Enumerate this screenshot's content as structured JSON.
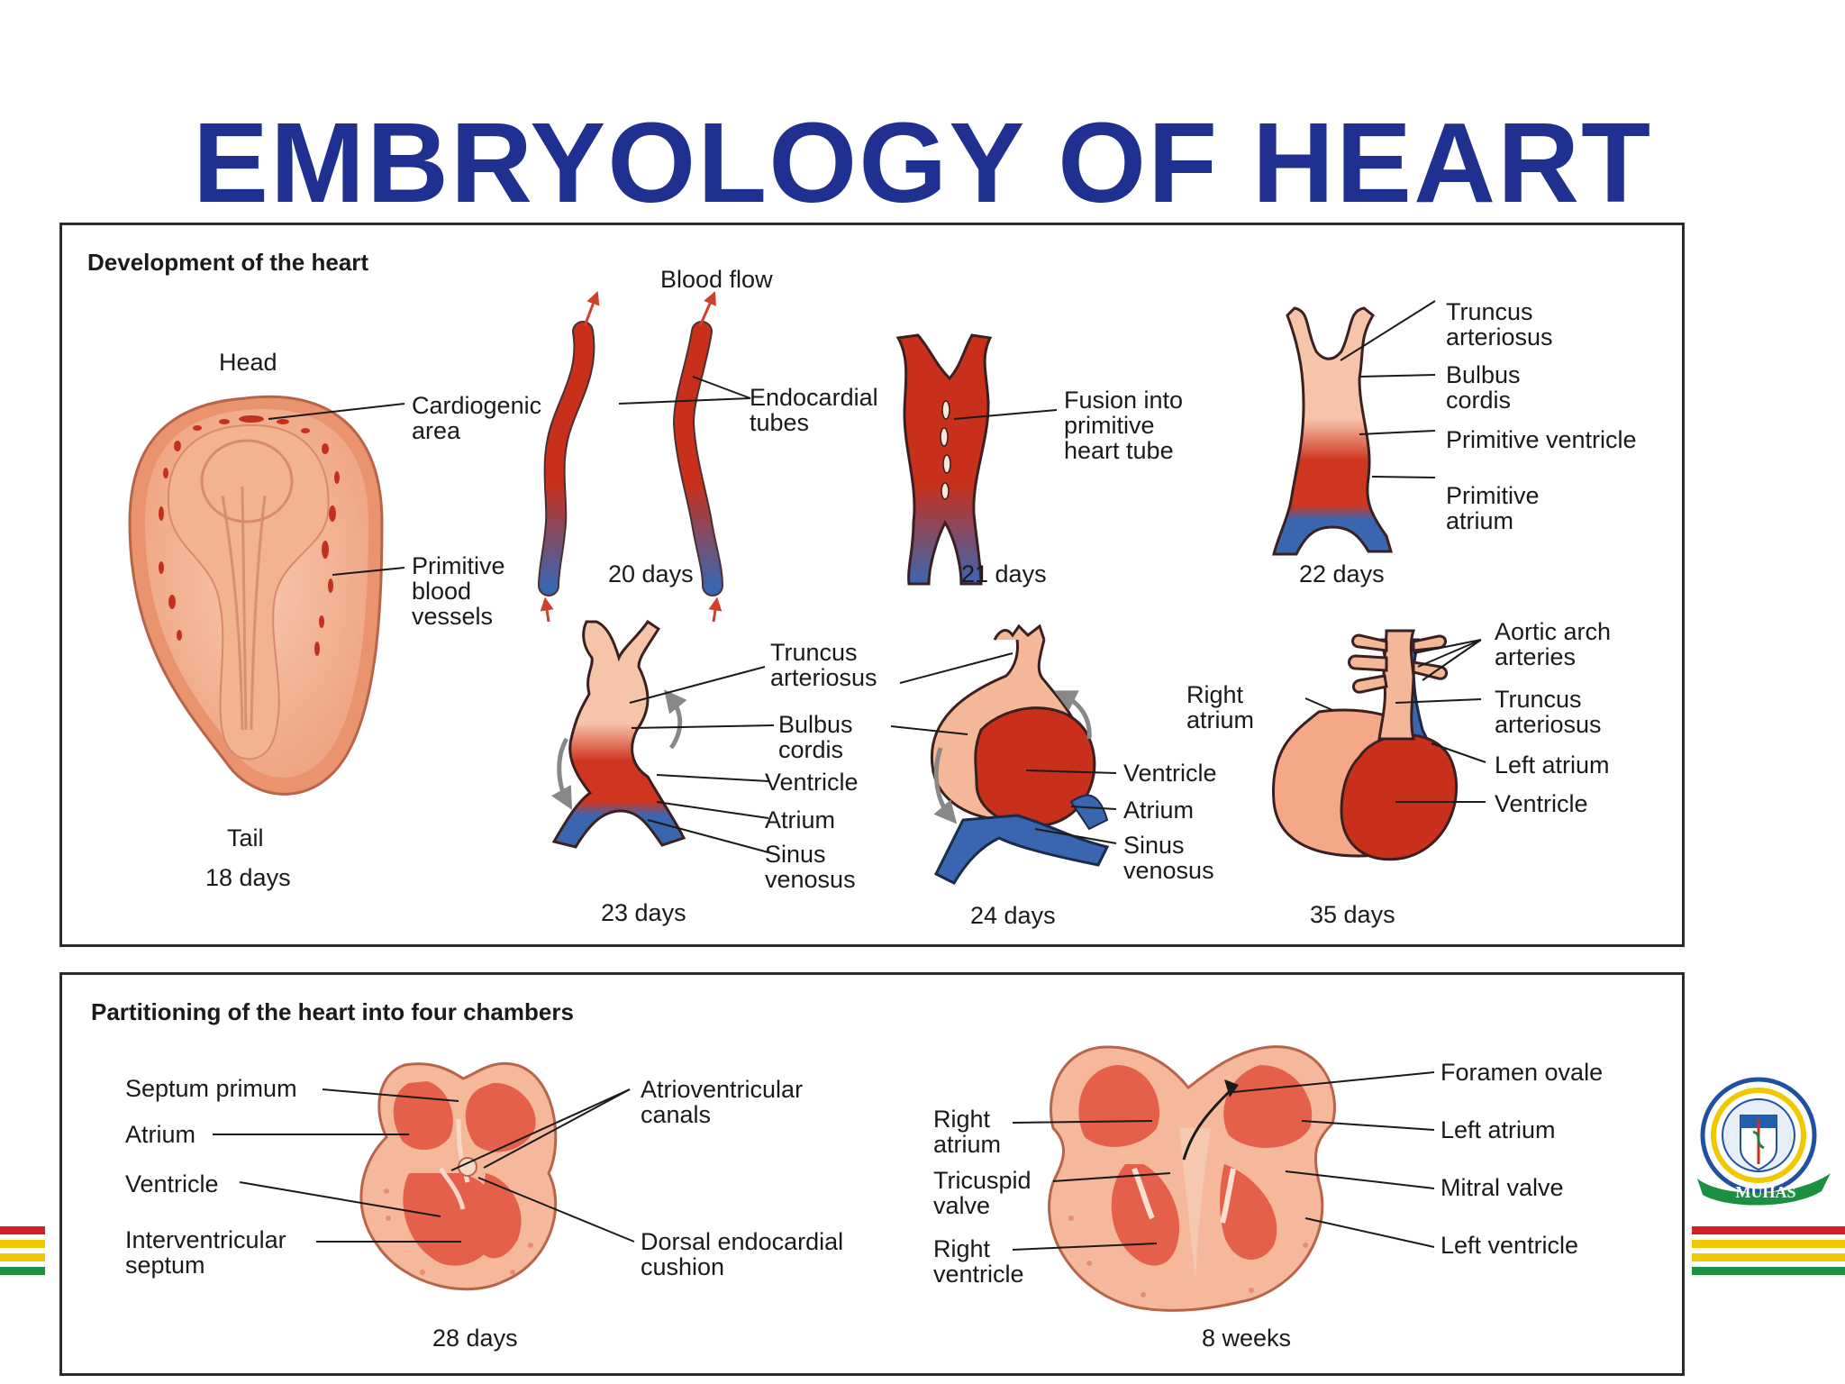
{
  "title": "EMBRYOLOGY OF HEART",
  "development": {
    "panel_title": "Development of the heart",
    "blood_flow": "Blood flow",
    "head": "Head",
    "tail": "Tail",
    "stages": [
      "18 days",
      "20 days",
      "21 days",
      "22 days",
      "23 days",
      "24 days",
      "35 days"
    ],
    "labels": {
      "cardiogenic": "Cardiogenic\narea",
      "primitive_vessels": "Primitive\nblood\nvessels",
      "endocardial": "Endocardial\ntubes",
      "fusion": "Fusion into\nprimitive\nheart tube",
      "truncus_22": "Truncus\narteriosus",
      "bulbus_22": "Bulbus\ncordis",
      "prim_ventricle": "Primitive ventricle",
      "prim_atrium": "Primitive\natrium",
      "truncus_23": "Truncus\narteriosus",
      "bulbus_23": "Bulbus\ncordis",
      "ventricle_23": "Ventricle",
      "atrium_23": "Atrium",
      "sinus_23": "Sinus\nvenosus",
      "ventricle_24": "Ventricle",
      "atrium_24": "Atrium",
      "sinus_24": "Sinus\nvenosus",
      "right_atrium_35": "Right\natrium",
      "aortic_arch": "Aortic arch\narteries",
      "truncus_35": "Truncus\narteriosus",
      "left_atrium_35": "Left atrium",
      "ventricle_35": "Ventricle"
    }
  },
  "partitioning": {
    "panel_title": "Partitioning of the heart into four chambers",
    "stages": [
      "28 days",
      "8 weeks"
    ],
    "labels": {
      "septum_primum": "Septum primum",
      "atrium": "Atrium",
      "ventricle": "Ventricle",
      "iv_septum": "Interventricular\nseptum",
      "av_canals": "Atrioventricular\ncanals",
      "dorsal_cushion": "Dorsal endocardial\ncushion",
      "right_atrium": "Right\natrium",
      "tricuspid": "Tricuspid\nvalve",
      "right_ventricle": "Right\nventricle",
      "foramen_ovale": "Foramen ovale",
      "left_atrium": "Left atrium",
      "mitral": "Mitral valve",
      "left_ventricle": "Left ventricle"
    }
  },
  "logo_text": "MUHAS",
  "colors": {
    "title": "#203090",
    "artery_red": "#c8301c",
    "vein_blue": "#3a66b0",
    "tissue_peach": "#f4b898",
    "arrow_red": "#d0402a",
    "stripe_red": "#d42020",
    "stripe_yellow": "#f0c800",
    "stripe_green": "#1a9040"
  }
}
